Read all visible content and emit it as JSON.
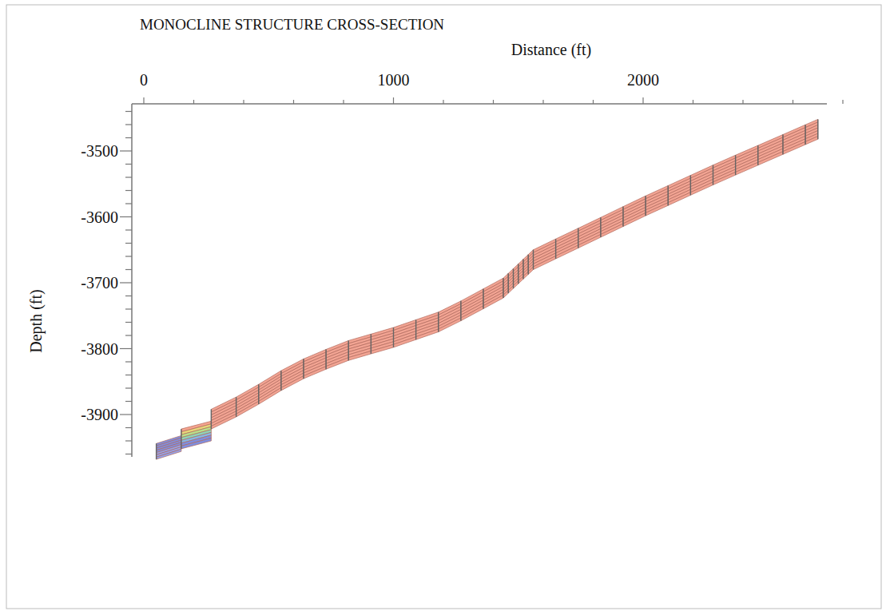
{
  "diagram": {
    "title": "MONOCLINE STRUCTURE CROSS-SECTION",
    "labels": [
      "Distance (ft)",
      "0",
      "1000",
      "2000",
      "Depth (ft)",
      "-3500",
      "-3600",
      "-3700",
      "-3800",
      "-3900"
    ]
  }
}
